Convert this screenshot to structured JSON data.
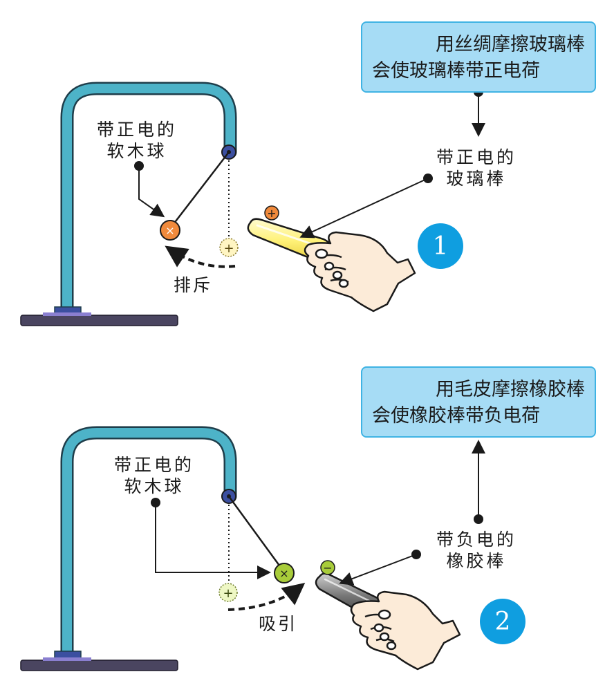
{
  "panel1": {
    "callout_line1": "用丝绸摩擦玻璃棒",
    "callout_line2": "会使玻璃棒带正电荷",
    "ball_label_line1": "带正电的",
    "ball_label_line2": "软木球",
    "rod_label_line1": "带正电的",
    "rod_label_line2": "玻璃棒",
    "action": "排斥",
    "step": "1",
    "ball_sign": "×",
    "ghost_sign": "+",
    "rod_sign": "+"
  },
  "panel2": {
    "callout_line1": "用毛皮摩擦橡胶棒",
    "callout_line2": "会使橡胶棒带负电荷",
    "ball_label_line1": "带正电的",
    "ball_label_line2": "软木球",
    "rod_label_line1": "带负电的",
    "rod_label_line2": "橡胶棒",
    "action": "吸引",
    "step": "2",
    "ball_sign": "×",
    "ghost_sign": "+",
    "rod_sign": "−"
  },
  "colors": {
    "stand": "#4db3c8",
    "stand_outline": "#1e3d4a",
    "base": "#4a4560",
    "callout_fill": "#a6dcf5",
    "callout_border": "#3fb3e3",
    "badge": "#0f9ee0",
    "ball_repel": "#f08a3c",
    "ball_attract": "#a8cc3a",
    "glass_rod": "#fff27a",
    "rubber_rod": "#6b6b6b"
  }
}
